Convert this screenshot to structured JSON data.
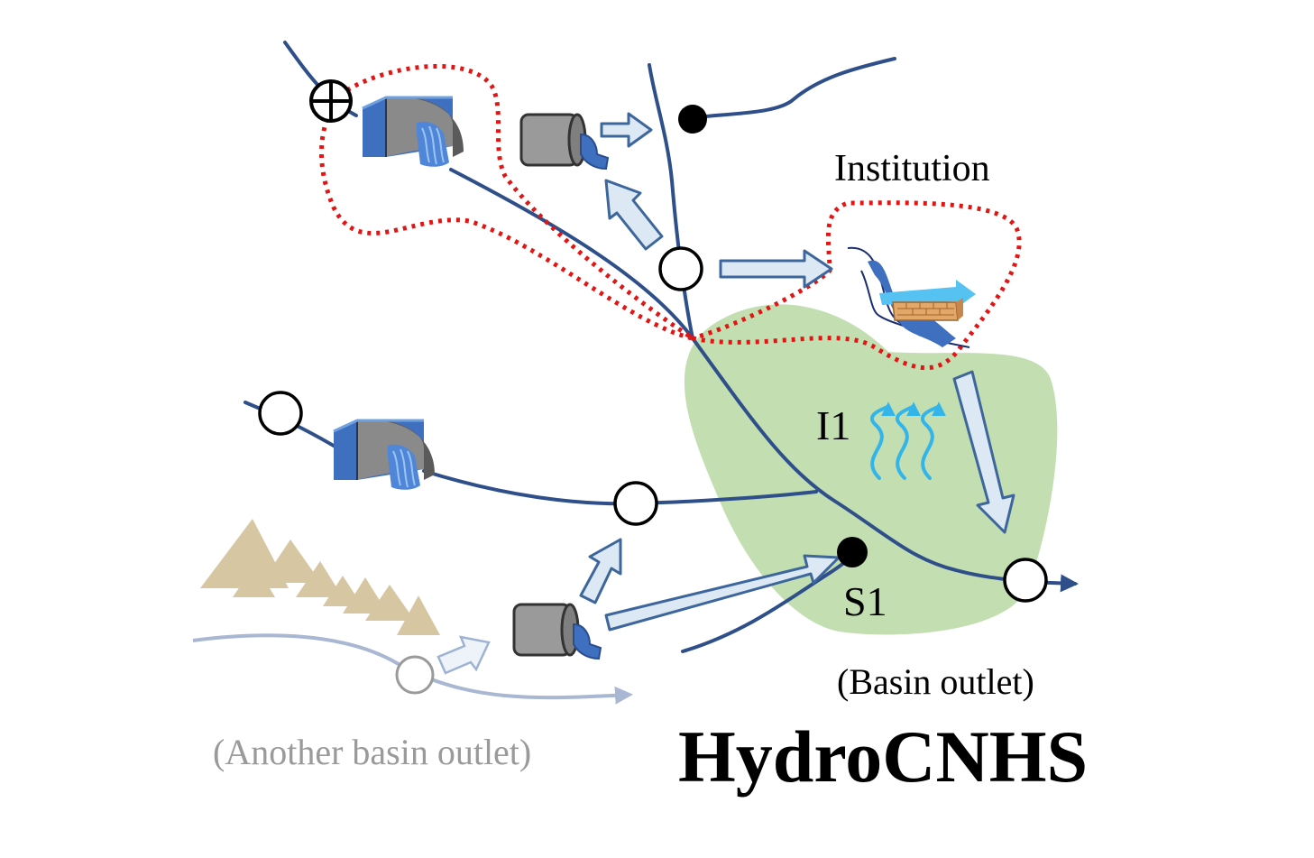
{
  "labels": {
    "institution": "Institution",
    "inflow_node": "I1",
    "outlet_node": "S1",
    "basin_outlet": "(Basin outlet)",
    "another_outlet": "(Another basin outlet)",
    "title": "HydroCNHS"
  },
  "colors": {
    "river": "#2f4f8a",
    "faded_river": "#a9b7d3",
    "arrow_fill": "#dde8f5",
    "arrow_stroke": "#3d679c",
    "institution_boundary": "#e31414",
    "subbasin": "#c3dfb2",
    "runoff": "#33b5ea",
    "mountain": "#d6c7a2"
  },
  "icons": [
    "reservoir-icon",
    "diversion-pipe-icon",
    "drainage-system-icon",
    "mountain-icon",
    "runoff-icon",
    "pipe-node-icon"
  ]
}
